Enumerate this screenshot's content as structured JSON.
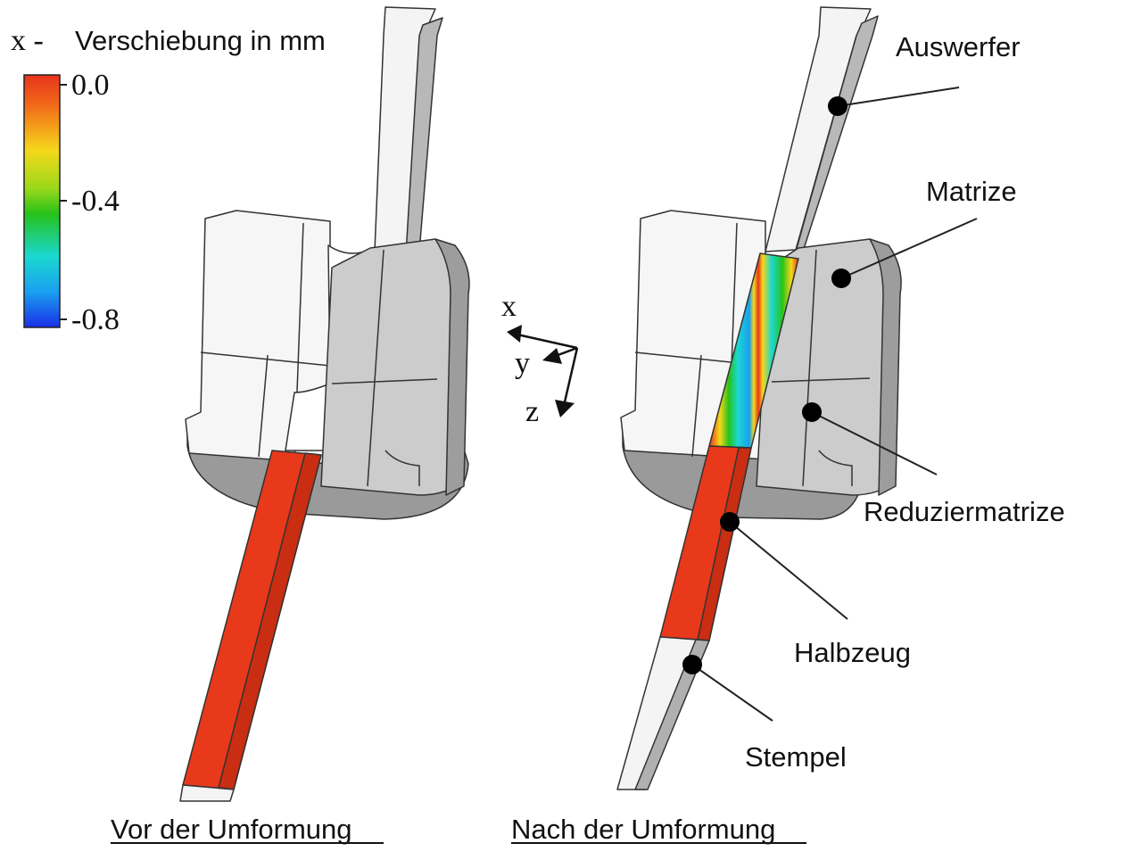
{
  "legend": {
    "prefix": "x -",
    "title": "Verschiebung in mm",
    "ticks": [
      "0.0",
      "-0.4",
      "-0.8"
    ],
    "colors": [
      "#e8341b",
      "#f57a1a",
      "#f5d81a",
      "#9ad81a",
      "#27c21a",
      "#1ad8c8",
      "#1a9ff0",
      "#1a2fe8"
    ]
  },
  "axes": {
    "x": "x",
    "y": "y",
    "z": "z"
  },
  "labels": {
    "auswerfer": "Auswerfer",
    "matrize": "Matrize",
    "reduziermatrize": "Reduziermatrize",
    "halbzeug": "Halbzeug",
    "stempel": "Stempel"
  },
  "captions": {
    "before": "Vor der Umformung",
    "after": "Nach der Umformung"
  },
  "colors": {
    "workpiece": "#e8391b",
    "die_light": "#f4f4f4",
    "die_gray": "#cfcfcf",
    "die_dark": "#8c8c8c",
    "outline": "#333333"
  }
}
